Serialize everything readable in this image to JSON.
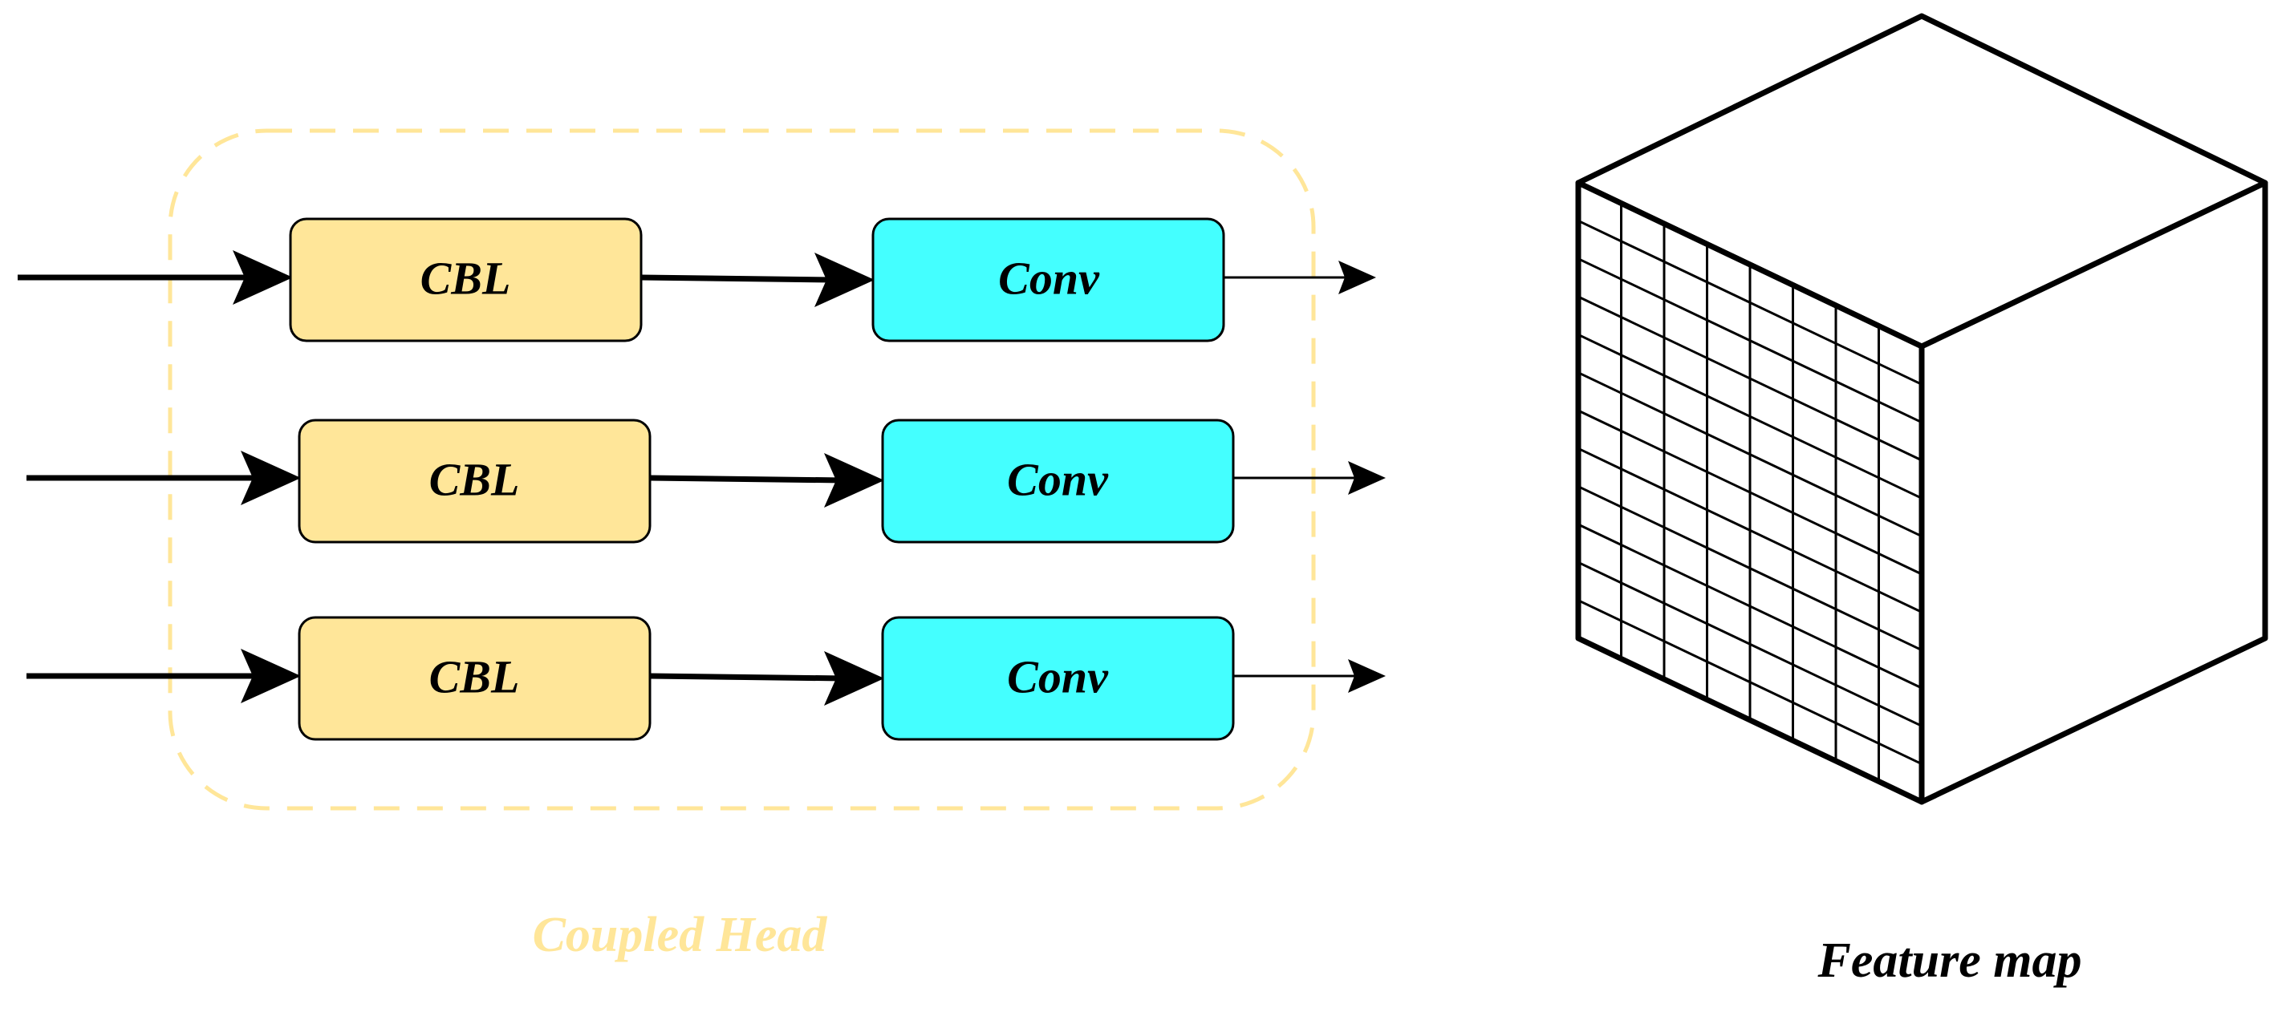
{
  "diagram": {
    "group_label": "Coupled Head",
    "feature_map_label": "Feature map",
    "rows": [
      {
        "first_block": "CBL",
        "second_block": "Conv"
      },
      {
        "first_block": "CBL",
        "second_block": "Conv"
      },
      {
        "first_block": "CBL",
        "second_block": "Conv"
      }
    ],
    "colors": {
      "cbl_fill": "#FFE699",
      "conv_fill": "#44FFFF",
      "group_border": "#FFE699",
      "group_label": "#FFE699",
      "lines": "#000000"
    },
    "cube_grid": {
      "columns": 8,
      "rows": 12
    }
  }
}
